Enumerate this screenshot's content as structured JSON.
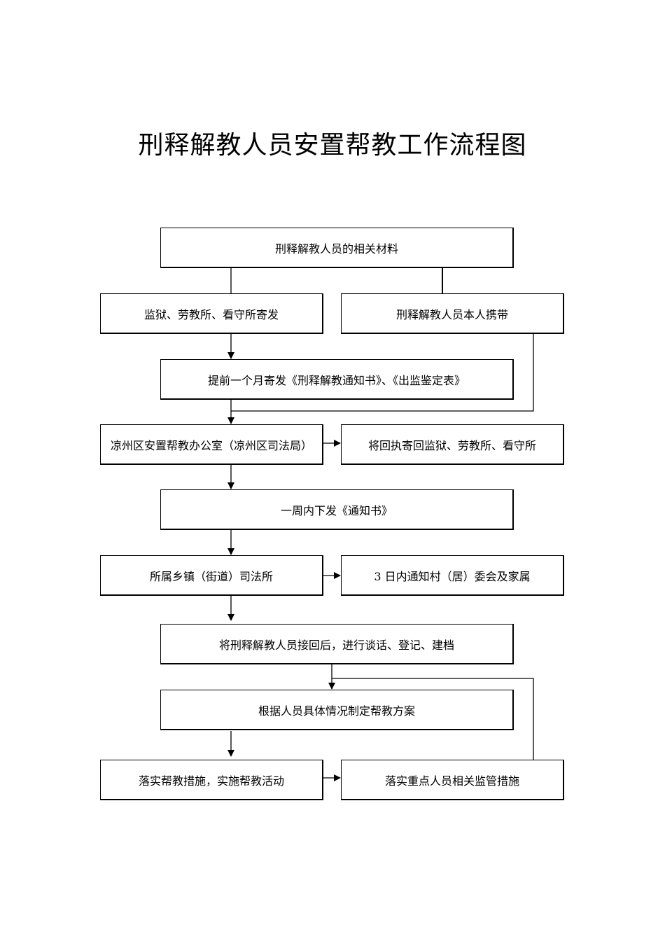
{
  "title": "刑释解教人员安置帮教工作流程图",
  "nodes": {
    "materials": "刑释解教人员的相关材料",
    "prison_send": "监狱、劳教所、看守所寄发",
    "self_carry": "刑释解教人员本人携带",
    "advance_notice": "提前一个月寄发《刑释解教通知书》、《出监鉴定表》",
    "office": "凉州区安置帮教办公室（凉州区司法局）",
    "return_receipt": "将回执寄回监狱、劳教所、看守所",
    "weekly_notice": "一周内下发《通知书》",
    "township": "所属乡镇（街道）司法所",
    "notify_village": "3 日内通知村（居）委会及家属",
    "pickup": "将刑释解教人员接回后，进行谈话、登记、建档",
    "plan": "根据人员具体情况制定帮教方案",
    "implement": "落实帮教措施，实施帮教活动",
    "supervision": "落实重点人员相关监管措施"
  }
}
